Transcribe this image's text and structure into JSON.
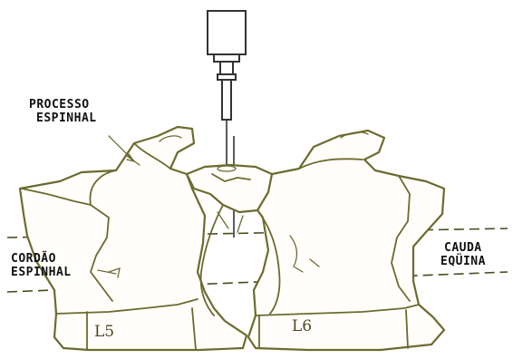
{
  "labels": {
    "processo_line1": "PROCESSO",
    "processo_line2": "ESPINHAL",
    "cordao_line1": "CORDÃO",
    "cordao_line2": "ESPINHAL",
    "cauda_line1": "CAUDA",
    "cauda_line2": "EQÜINA",
    "vertebra_left": "L5",
    "vertebra_right": "L6"
  },
  "colors": {
    "bone_outline": "#6b6b2f",
    "bone_fill": "#fffefa",
    "label_text": "#111111",
    "syringe": "#333333"
  },
  "icons": {
    "syringe": "syringe-icon"
  }
}
